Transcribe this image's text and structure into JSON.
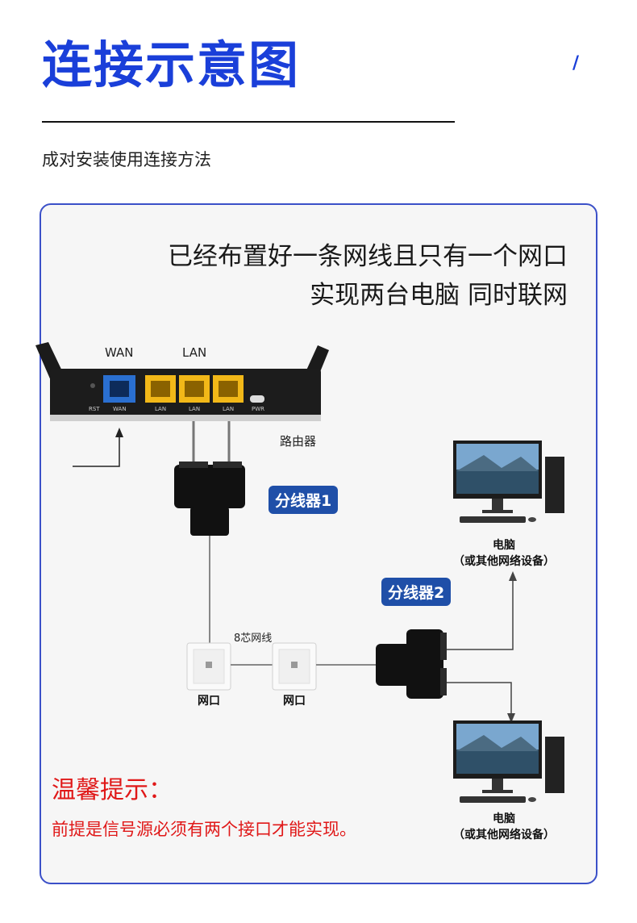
{
  "header": {
    "title": "连接示意图",
    "slash": "/",
    "subtitle": "成对安装使用连接方法"
  },
  "panel": {
    "headline_line1": "已经布置好一条网线且只有一个网口",
    "headline_line2": "实现两台电脑 同时联网"
  },
  "router": {
    "wan_label": "WAN",
    "lan_label": "LAN",
    "name": "路由器",
    "port_labels": [
      "RST",
      "WAN",
      "LAN",
      "LAN",
      "LAN",
      "PWR"
    ]
  },
  "splitter1": {
    "badge": "分线器1"
  },
  "splitter2": {
    "badge": "分线器2"
  },
  "cable_label": "8芯网线",
  "wall_ports": [
    {
      "label": "网口"
    },
    {
      "label": "网口"
    }
  ],
  "computers": [
    {
      "name": "电脑",
      "note": "（或其他网络设备）"
    },
    {
      "name": "电脑",
      "note": "（或其他网络设备）"
    }
  ],
  "tip": {
    "title": "温馨提示：",
    "text": "前提是信号源必须有两个接口才能实现。"
  },
  "colors": {
    "accent": "#1a3fd9",
    "badge": "#1f4fa8",
    "warning": "#e01818",
    "port_yellow": "#f2b818",
    "port_blue": "#2a6fd0"
  }
}
